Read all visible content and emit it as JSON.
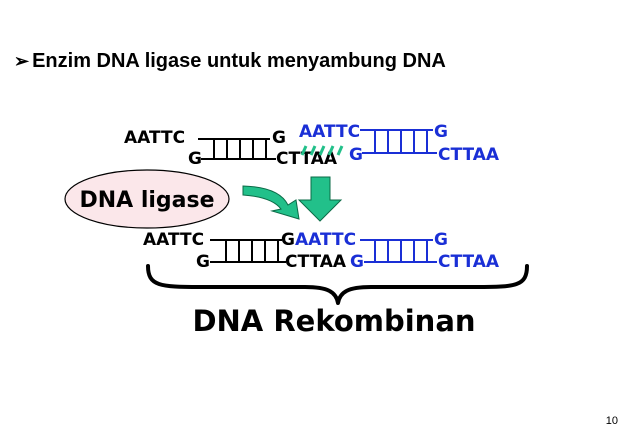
{
  "heading": {
    "bullet": "➢",
    "text": "Enzim DNA ligase untuk menyambung DNA"
  },
  "colors": {
    "black": "#000000",
    "blue": "#1a2fd6",
    "green": "#22c08a",
    "ligase_fill": "#fbe7ea"
  },
  "fragments": {
    "top_left": {
      "top_strand_left": "AATTC",
      "top_strand_right": "G",
      "bottom_strand_left": "G",
      "bottom_strand_right": "CTTAA"
    },
    "top_right": {
      "top_strand_left": "AATTC",
      "top_strand_right": "G",
      "bottom_strand_left": "G",
      "bottom_strand_right": "CTTAA"
    },
    "bottom": {
      "left_top": "AATTC",
      "junction_top_black": "G",
      "junction_top_blue": "AATTC",
      "right_top": "G",
      "left_bottom": "G",
      "junction_bottom_black": "CTTAA",
      "junction_bottom_blue": "G",
      "right_bottom": "CTTAA"
    }
  },
  "enzyme_label": "DNA ligase",
  "result_label": "DNA Rekombinan",
  "page_number": "10"
}
